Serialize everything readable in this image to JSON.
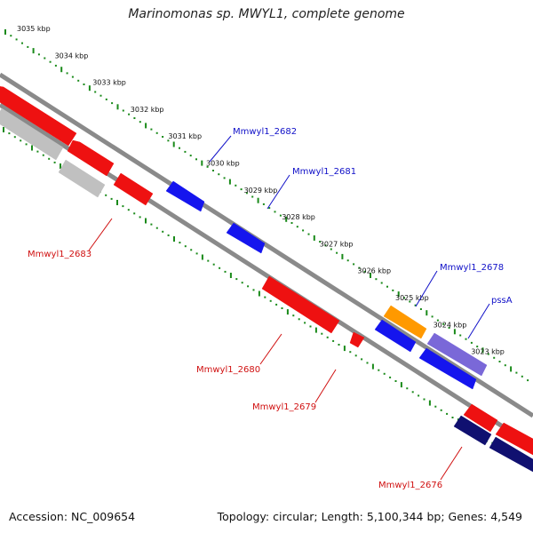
{
  "title": "Marinomonas sp. MWYL1, complete genome",
  "footer": {
    "accession": "Accession: NC_009654",
    "summary": "Topology: circular; Length: 5,100,344 bp; Genes: 4,549"
  },
  "colors": {
    "backbone": "#8a8a8a",
    "ruler": "#1a8a1a",
    "forward_label": "#1010c8",
    "reverse_label": "#d01010",
    "red": "#ee1111",
    "blue": "#1515ee",
    "grey": "#c0c0c0",
    "orange": "#ff9900",
    "purple": "#7a68d8",
    "navy": "#101070"
  },
  "ruler": {
    "unit": "kbp",
    "ticks": [
      "3035 kbp",
      "3034 kbp",
      "3033 kbp",
      "3032 kbp",
      "3031 kbp",
      "3030 kbp",
      "3029 kbp",
      "3028 kbp",
      "3027 kbp",
      "3026 kbp",
      "3025 kbp",
      "3024 kbp",
      "3023 kbp"
    ]
  },
  "gene_labels": {
    "forward": [
      "Mmwyl1_2682",
      "Mmwyl1_2681",
      "Mmwyl1_2678",
      "pssA"
    ],
    "reverse": [
      "Mmwyl1_2683",
      "Mmwyl1_2680",
      "Mmwyl1_2679",
      "Mmwyl1_2676"
    ]
  }
}
